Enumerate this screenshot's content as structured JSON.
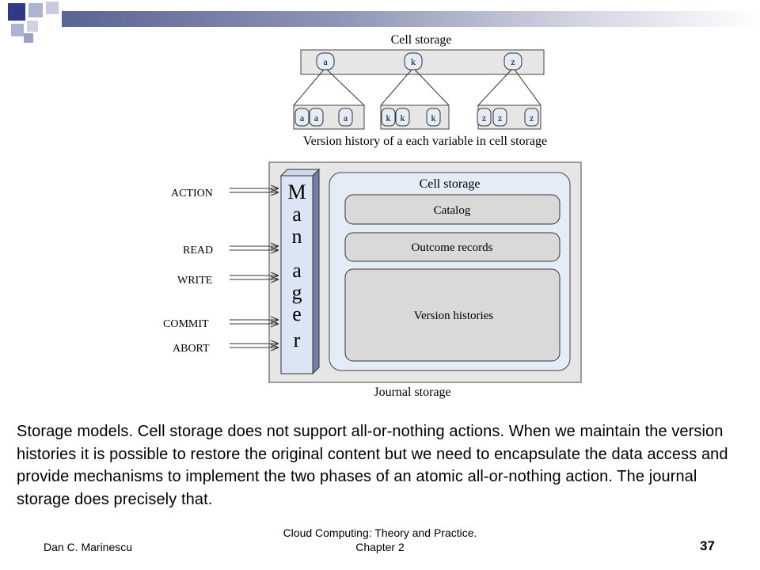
{
  "diagram": {
    "top_title": "Cell storage",
    "top_cells": [
      "a",
      "k",
      "z"
    ],
    "history_groups": [
      [
        "a",
        "a",
        "a"
      ],
      [
        "k",
        "k",
        "k"
      ],
      [
        "z",
        "z",
        "z"
      ]
    ],
    "history_caption": "Version history of a each variable in cell storage",
    "inputs": [
      "ACTION",
      "READ",
      "WRITE",
      "COMMIT",
      "ABORT"
    ],
    "manager_letters": [
      "M",
      "a",
      "n",
      "a",
      "g",
      "e",
      "r"
    ],
    "inner_title": "Cell storage",
    "components": [
      "Catalog",
      "Outcome records",
      "Version histories"
    ],
    "outer_caption": "Journal storage"
  },
  "caption": "Storage models. Cell storage does not support all-or-nothing actions. When we maintain the version histories it is possible to restore the original content but we need to encapsulate the data access and provide mechanisms to implement the two phases of an atomic all-or-nothing action. The journal storage does precisely that.",
  "footer": {
    "author": "Dan C. Marinescu",
    "book_line1": "Cloud Computing: Theory and Practice.",
    "book_line2": "Chapter 2",
    "page": "37"
  }
}
